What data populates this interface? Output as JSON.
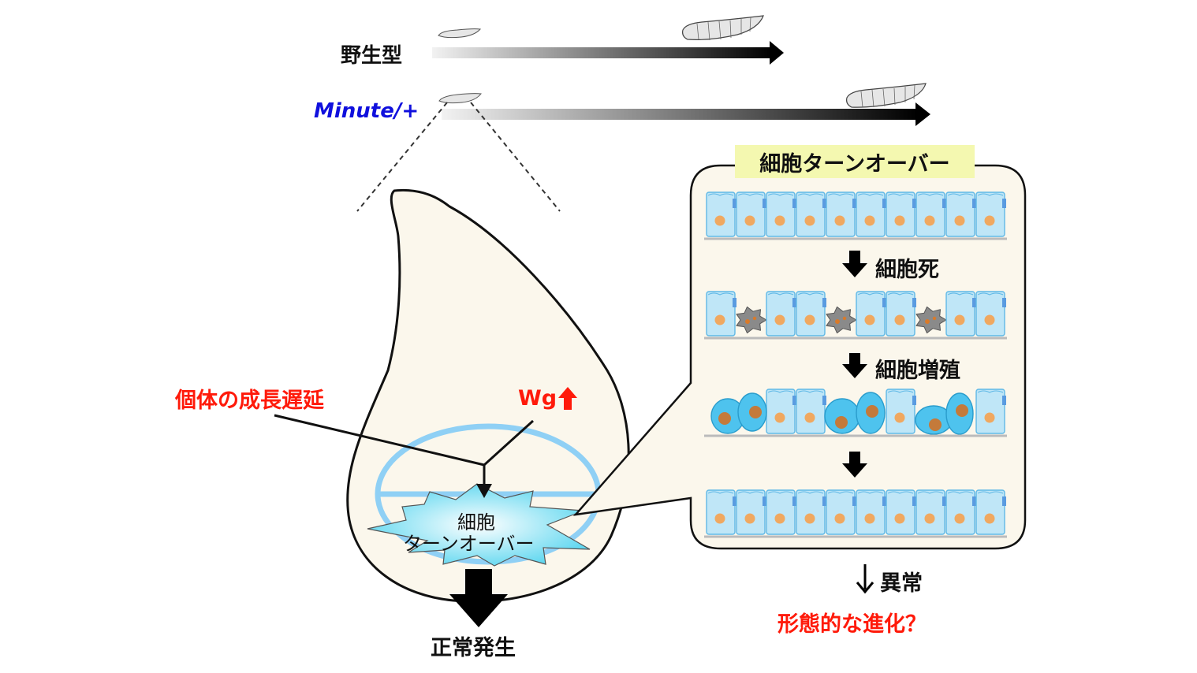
{
  "labels": {
    "wild_type": "野生型",
    "minute": "Minute/+",
    "growth_delay": "個体の成長遅延",
    "wg": "Wg",
    "center_line1": "細胞",
    "center_line2": "ターンオーバー",
    "normal_development": "正常発生",
    "turnover_title": "細胞ターンオーバー",
    "cell_death": "細胞死",
    "cell_proliferation": "細胞増殖",
    "abnormal": "異常",
    "evolution_question": "形態的な進化？"
  },
  "colors": {
    "red_text": "#ff1a0a",
    "blue_text": "#1010dd",
    "cell_fill": "#bfe6f7",
    "cell_stroke": "#5fb8e6",
    "nucleus": "#f0a860",
    "dead_cell": "#8a8a8a",
    "dividing_cell": "#4ec3ee",
    "disc_fill": "#fbf7ec",
    "panel_fill": "#fbf7ec",
    "title_bg": "#f4f8b0",
    "disc_ring": "#8fd0f5"
  }
}
